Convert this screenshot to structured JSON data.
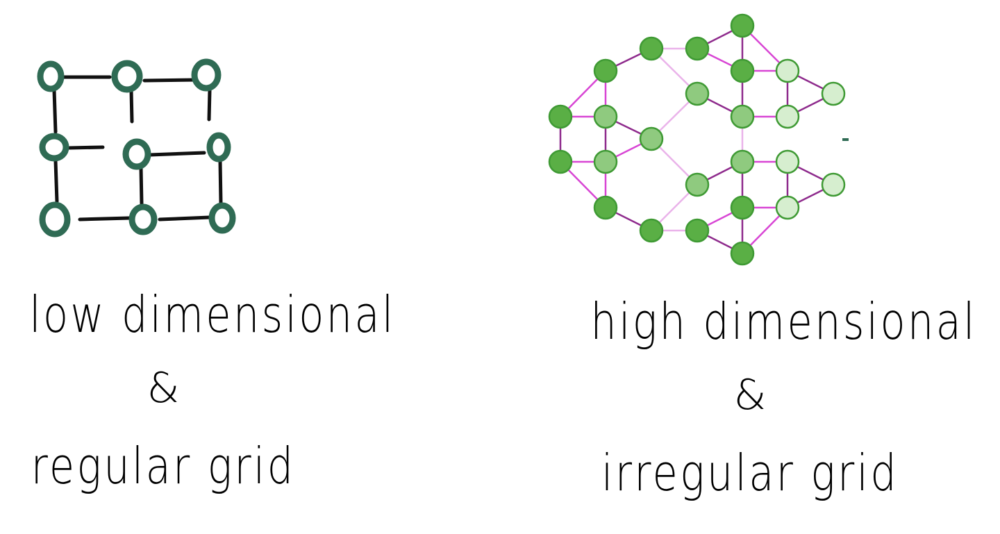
{
  "left_diagram": {
    "caption_line_1": "low dimensional",
    "caption_line_2": "&",
    "caption_line_3": "regular grid",
    "node_color": "#2f6b54",
    "edge_color": "#111111"
  },
  "right_diagram": {
    "caption_line_1": "high dimensional",
    "caption_line_2": "&",
    "caption_line_3": "irregular grid",
    "node_fill_dark": "#5aaf45",
    "node_fill_mid": "#8fca7f",
    "node_fill_light": "#d6eecf",
    "node_stroke": "#3f9a34",
    "edge_dark": "#8e2a8c",
    "edge_magenta": "#d845d4",
    "edge_light": "#eab3ea"
  }
}
